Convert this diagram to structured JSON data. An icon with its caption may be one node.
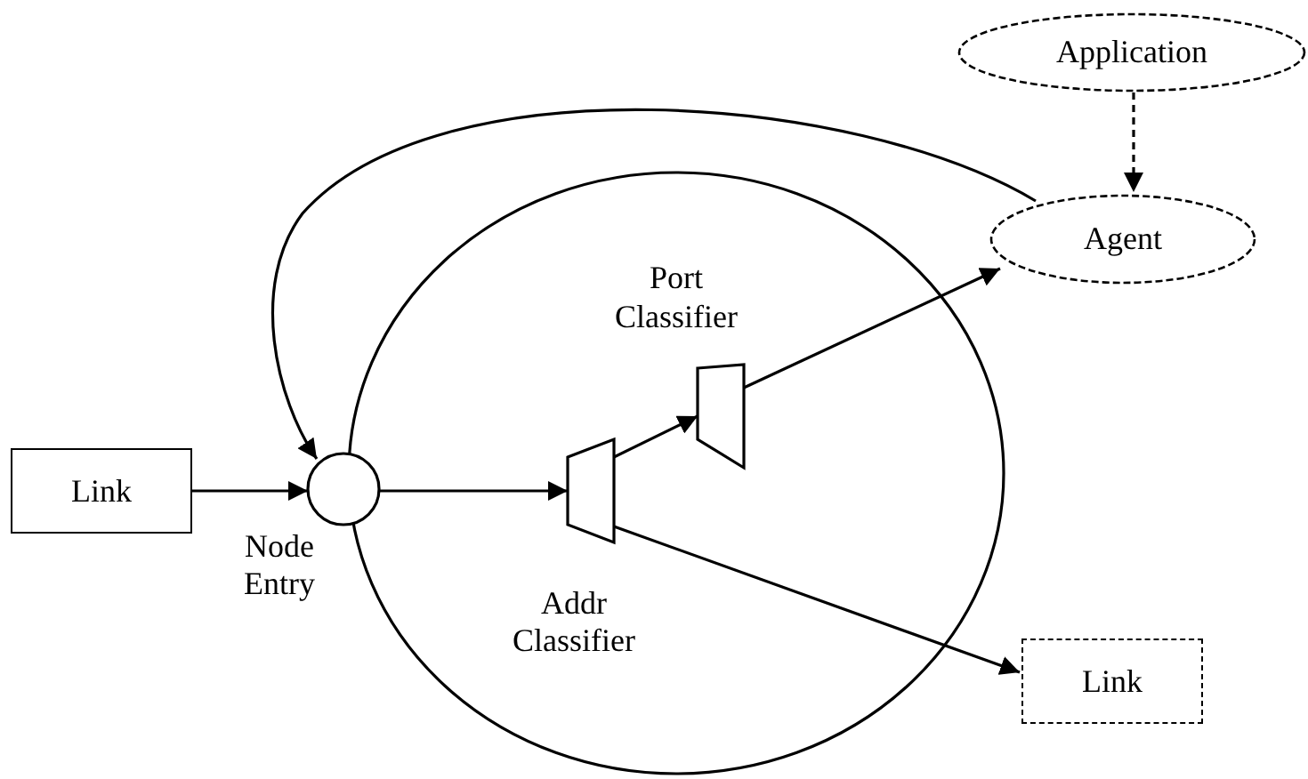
{
  "diagram": {
    "nodes": [
      {
        "text": [
          "Application"
        ]
      },
      {
        "text": [
          "Agent"
        ]
      },
      {
        "text": [],
        "shape": "circle"
      },
      {
        "text": [
          "Port Classifier"
        ],
        "in": 2
      },
      {
        "text": [
          "Link"
        ]
      },
      {
        "text": [
          "Node Entry"
        ]
      },
      {
        "text": [
          "Addr Classifier"
        ],
        "in": 2
      },
      {
        "text": [
          "Link"
        ]
      }
    ],
    "edges": [
      {
        "from": 4,
        "to": 5,
        "arrow": "to"
      },
      {
        "from": 5,
        "to": 6,
        "arrow": "to"
      },
      {
        "from": 6,
        "to": 3,
        "arrow": "to"
      },
      {
        "from": 3,
        "to": 1,
        "arrow": "to"
      },
      {
        "from": 6,
        "to": 7,
        "arrow": "to"
      },
      {
        "from": 0,
        "to": 1,
        "arrow": "to",
        "style": "dashed"
      },
      {
        "from": 1,
        "to": 5,
        "arrow": "to"
      }
    ]
  }
}
